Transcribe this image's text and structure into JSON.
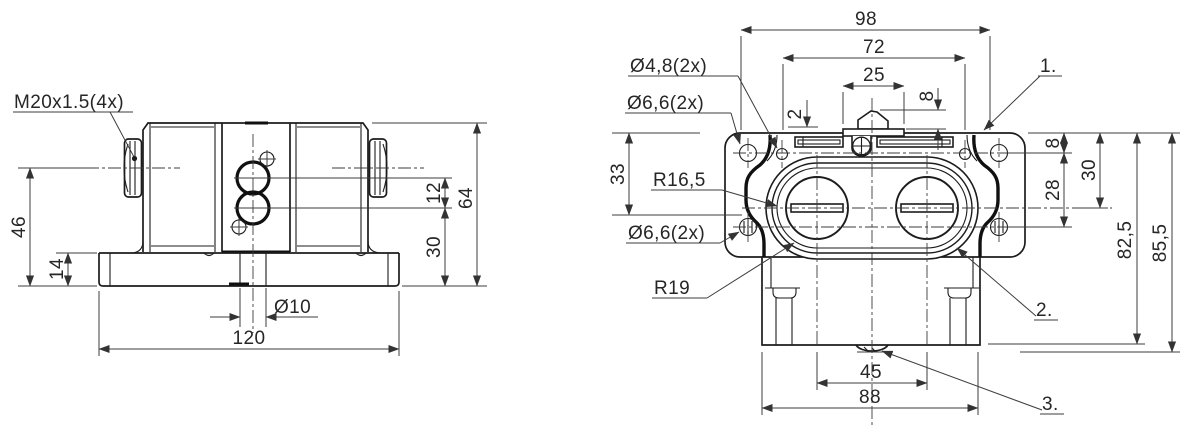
{
  "drawing": {
    "front_view": {
      "thread_label": "M20x1.5(4x)",
      "dims": {
        "d46": "46",
        "d14": "14",
        "d12": "12",
        "d30": "30",
        "d64": "64",
        "d10": "Ø10",
        "d120": "120"
      }
    },
    "top_view": {
      "labels": {
        "small_holes": "Ø4,8(2x)",
        "top_hole": "Ø6,6(2x)",
        "bottom_hole": "Ø6,6(2x)",
        "radius_inner": "R16,5",
        "radius_outer": "R19"
      },
      "dims": {
        "d98": "98",
        "d72": "72",
        "d25": "25",
        "d2": "2",
        "d8_boss": "8",
        "d8": "8",
        "d28": "28",
        "d30": "30",
        "d33": "33",
        "d82_5": "82,5",
        "d85_5": "85,5",
        "d45": "45",
        "d88": "88"
      },
      "callouts": {
        "c1": "1.",
        "c2": "2.",
        "c3": "3."
      }
    }
  }
}
